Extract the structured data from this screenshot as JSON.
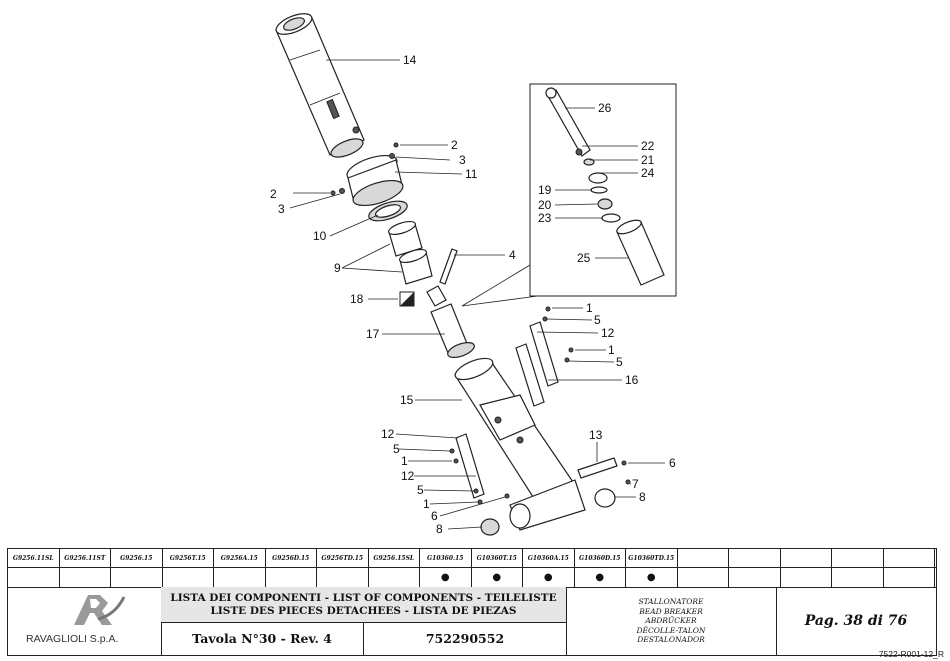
{
  "drawing": {
    "callouts": {
      "c14": "14",
      "c2a": "2",
      "c3a": "3",
      "c11": "11",
      "c2b": "2",
      "c3b": "3",
      "c10": "10",
      "c9": "9",
      "c4": "4",
      "c18": "18",
      "c17": "17",
      "c15": "15",
      "c12a": "12",
      "c5a": "5",
      "c1a": "1",
      "c12b": "12",
      "c5b": "5",
      "c1b": "1",
      "c6a": "6",
      "c8a": "8",
      "c13": "13",
      "c6b": "6",
      "c7": "7",
      "c8b": "8",
      "c1c": "1",
      "c5c": "5",
      "c12c": "12",
      "c1d": "1",
      "c5d": "5",
      "c16": "16",
      "c26": "26",
      "c22": "22",
      "c21": "21",
      "c24": "24",
      "c19": "19",
      "c20": "20",
      "c23": "23",
      "c25": "25"
    }
  },
  "table": {
    "model_codes": [
      "G9256.11SL",
      "G9256.11ST",
      "G9256.15",
      "G9256T.15",
      "G9256A.15",
      "G9256D.15",
      "G9256TD.15",
      "G9256.15SL",
      "G10360.15",
      "G10360T.15",
      "G10360A.15",
      "G10360D.15",
      "G10360TD.15",
      "",
      "",
      "",
      "",
      ""
    ],
    "applicability": [
      "",
      "",
      "",
      "",
      "",
      "",
      "",
      "",
      "●",
      "●",
      "●",
      "●",
      "●",
      "",
      "",
      "",
      "",
      ""
    ],
    "company": "RAVAGLIOLI S.p.A.",
    "titles": [
      "LISTA DEI COMPONENTI - LIST OF COMPONENTS - TEILELISTE",
      "LISTE DES PIECES DETACHEES - LISTA DE PIEZAS"
    ],
    "tavola": "Tavola N°30 - Rev. 4",
    "code": "752290552",
    "names": [
      "STALLONATORE",
      "BEAD BREAKER",
      "ABDRÜCKER",
      "DÉCOLLE-TALON",
      "DESTALONADOR"
    ],
    "page": "Pag. 38 di 76",
    "doc_ref": "7522-R001-12_R"
  }
}
